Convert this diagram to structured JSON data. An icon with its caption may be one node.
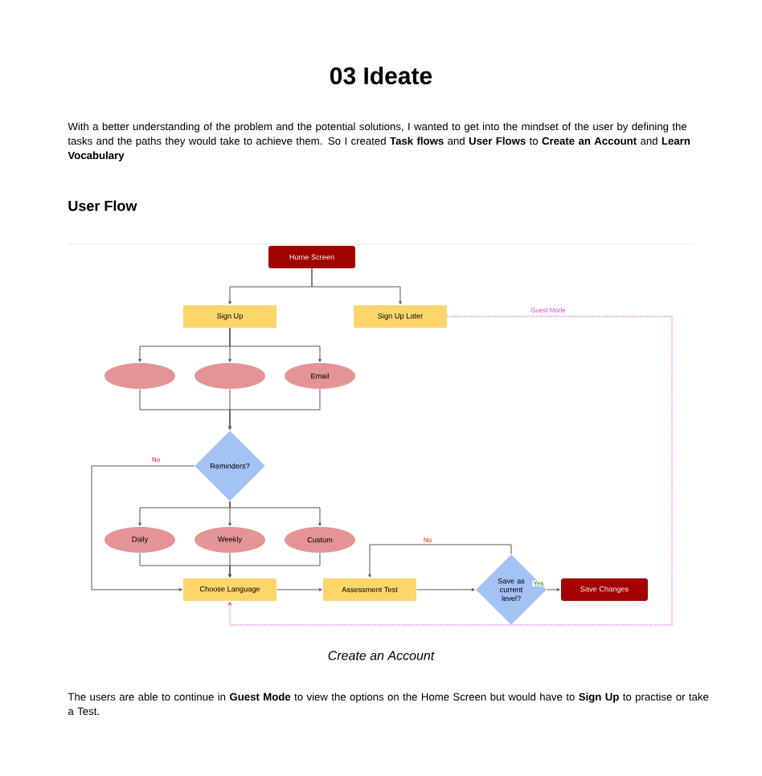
{
  "diagram": {
    "title": "03 Ideate",
    "caption": "Create an Account",
    "nodes": [
      {
        "text": [
          "Home Screen"
        ]
      },
      {
        "text": [
          "Sign Up"
        ]
      },
      {
        "text": [
          "Sign Up Later"
        ]
      },
      {
        "text": [],
        "shape": "ellipse"
      },
      {
        "text": [],
        "shape": "ellipse"
      },
      {
        "text": [
          "Email"
        ]
      },
      {
        "text": [
          "Reminders?"
        ]
      },
      {
        "text": [
          "Daily"
        ]
      },
      {
        "text": [
          "Weekly"
        ]
      },
      {
        "text": [
          "Custom"
        ]
      },
      {
        "text": [
          "Choose Language"
        ]
      },
      {
        "text": [
          "Assessment Test"
        ]
      },
      {
        "text": [
          "Save as current level?"
        ]
      },
      {
        "text": [
          "Save Changes"
        ]
      }
    ],
    "edges": [
      {
        "from": 0,
        "to": 1,
        "arrow": "to"
      },
      {
        "from": 0,
        "to": 2,
        "arrow": "to"
      },
      {
        "from": 1,
        "to": 3,
        "arrow": "to"
      },
      {
        "from": 1,
        "to": 4,
        "arrow": "to"
      },
      {
        "from": 1,
        "to": 5,
        "arrow": "to"
      },
      {
        "from": 3,
        "to": 6,
        "arrow": "to"
      },
      {
        "from": 4,
        "to": 6,
        "arrow": "to"
      },
      {
        "from": 5,
        "to": 6,
        "arrow": "to"
      },
      {
        "from": 6,
        "to": 10,
        "arrow": "to",
        "label": "No"
      },
      {
        "from": 6,
        "to": 7,
        "arrow": "to"
      },
      {
        "from": 6,
        "to": 8,
        "arrow": "to"
      },
      {
        "from": 6,
        "to": 9,
        "arrow": "to"
      },
      {
        "from": 7,
        "to": 10,
        "arrow": "to"
      },
      {
        "from": 8,
        "to": 10,
        "arrow": "to"
      },
      {
        "from": 9,
        "to": 10,
        "arrow": "to"
      },
      {
        "from": 10,
        "to": 11,
        "arrow": "to"
      },
      {
        "from": 11,
        "to": 12,
        "arrow": "to"
      },
      {
        "from": 12,
        "to": 11,
        "arrow": "to",
        "label": "No"
      },
      {
        "from": 12,
        "to": 13,
        "arrow": "to",
        "label": "Yes"
      },
      {
        "from": 2,
        "to": 10,
        "arrow": "to",
        "label": "Guest Mode",
        "style": "dashed",
        "color": "#e040e0"
      }
    ],
    "labels": [
      "With a better understanding of the problem and the potential solutions, I wanted to get into the mindset of the user by defining the tasks and the paths they would take to achieve them. So I created **Task flows** and **User Flows** to **Create an Account** and **Learn Vocabulary**",
      "User Flow",
      "The users are able to continue in **Guest Mode** to view the options on the Home Screen but would have to **Sign Up** to practise or take a Test."
    ]
  }
}
